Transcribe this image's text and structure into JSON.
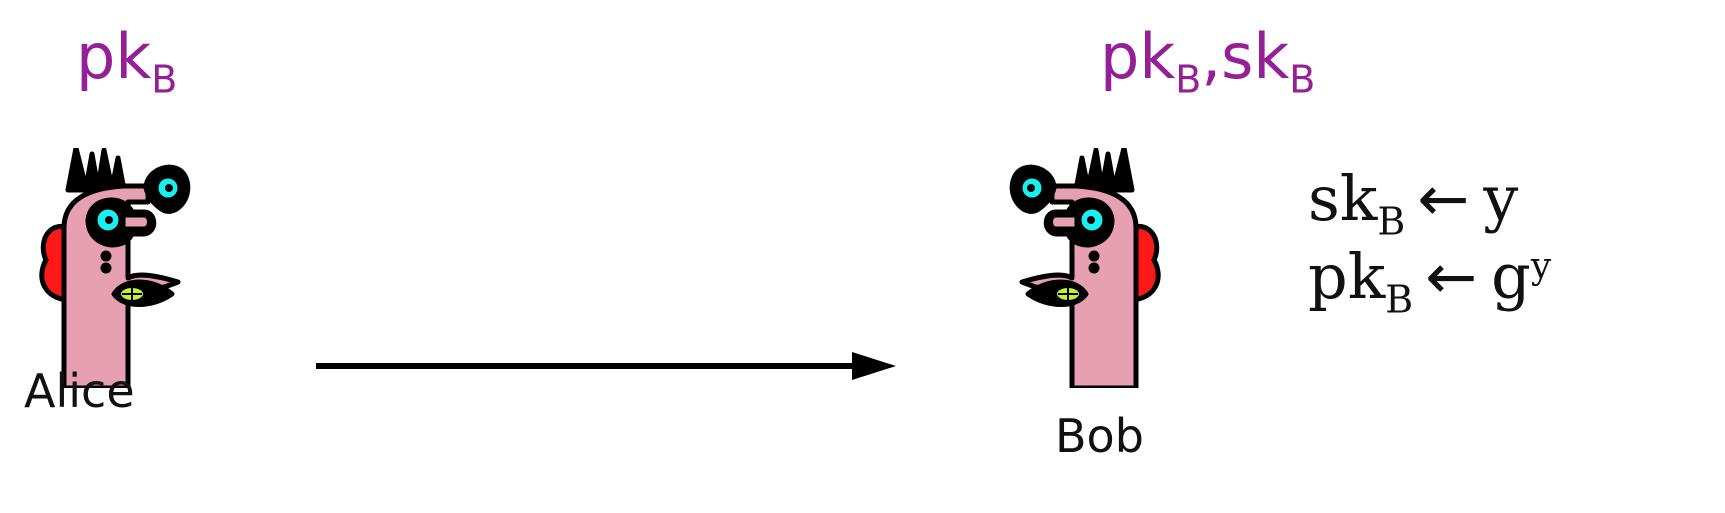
{
  "alice": {
    "name": "Alice",
    "key": {
      "main": "pk",
      "sub": "B"
    }
  },
  "bob": {
    "name": "Bob",
    "key1": {
      "main": "pk",
      "sub": "B"
    },
    "separator": ",",
    "key2": {
      "main": "sk",
      "sub": "B"
    }
  },
  "equations": [
    {
      "lhs": "sk",
      "lhs_sub": "B",
      "arrow": "←",
      "rhs": "y",
      "rhs_sup": ""
    },
    {
      "lhs": "pk",
      "lhs_sub": "B",
      "arrow": "←",
      "rhs": "g",
      "rhs_sup": "y"
    }
  ],
  "colors": {
    "key_text": "#951f96",
    "skin": "#e6a0b2",
    "eye": "#18f0f0",
    "ear": "#ff1818",
    "mouth": "#c8f032",
    "outline": "#000000"
  },
  "icons": [
    "alice-face-icon",
    "bob-face-icon",
    "right-arrow-icon"
  ]
}
